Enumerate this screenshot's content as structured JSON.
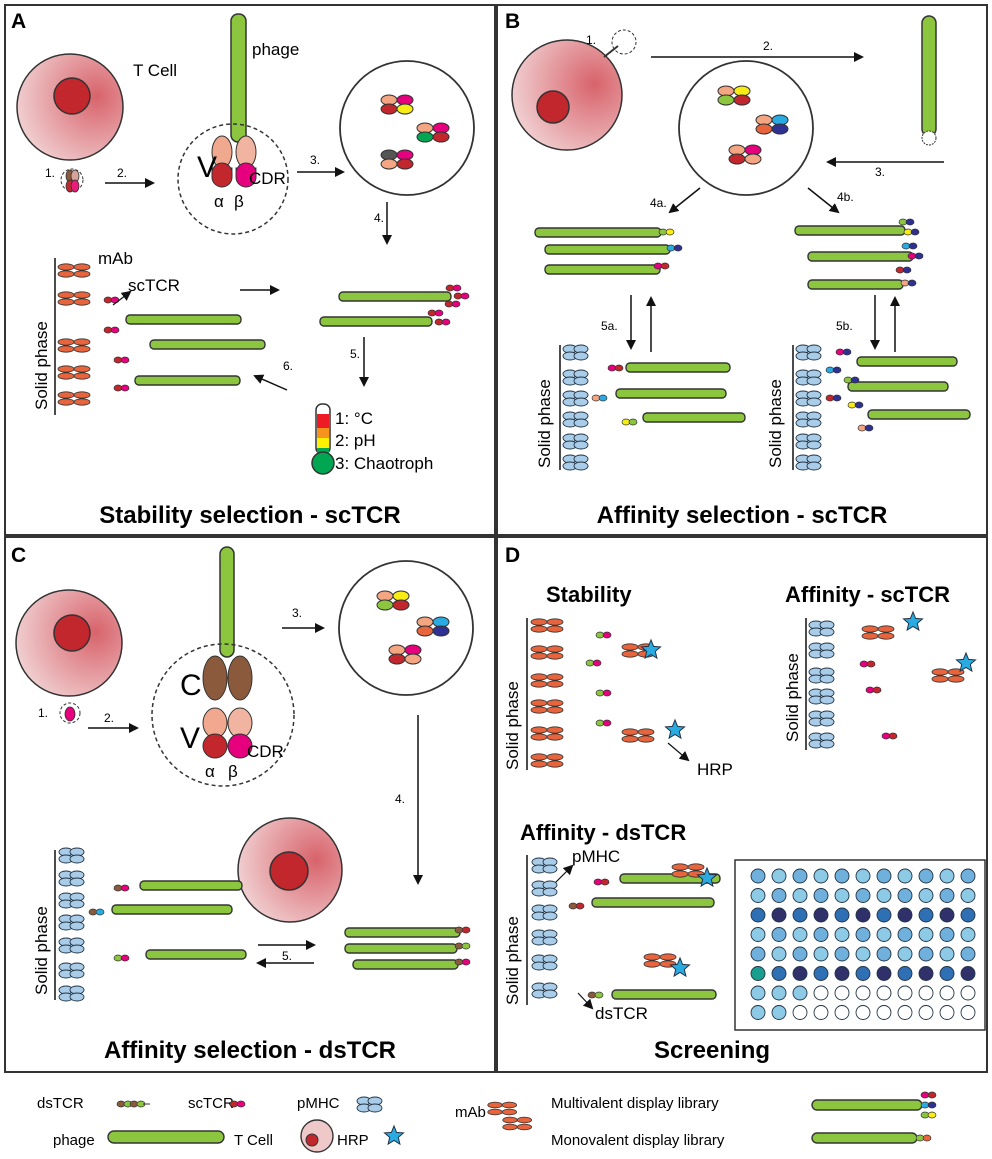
{
  "panels": {
    "a": {
      "letter": "A",
      "title": "Stability selection - scTCR",
      "t_cell": "T Cell",
      "phage": "phage",
      "v": "V",
      "alpha": "α",
      "beta": "β",
      "cdr": "CDR",
      "mab": "mAb",
      "sctcr": "scTCR",
      "solid_phase": "Solid phase",
      "temp": "1: °C",
      "ph": "2: pH",
      "chaotroph": "3: Chaotroph",
      "steps": [
        "1.",
        "2.",
        "3.",
        "4.",
        "5.",
        "6."
      ]
    },
    "b": {
      "letter": "B",
      "title": "Affinity selection - scTCR",
      "solid_phase": "Solid phase",
      "steps": [
        "1.",
        "2.",
        "3.",
        "4a.",
        "4b.",
        "5a.",
        "5b."
      ]
    },
    "c": {
      "letter": "C",
      "title": "Affinity selection - dsTCR",
      "c": "C",
      "v": "V",
      "alpha": "α",
      "beta": "β",
      "cdr": "CDR",
      "solid_phase": "Solid phase",
      "steps": [
        "1.",
        "2.",
        "3.",
        "4.",
        "5."
      ]
    },
    "d": {
      "letter": "D",
      "title": "Screening",
      "stability": "Stability",
      "affinity_sctcr": "Affinity - scTCR",
      "affinity_dstcr": "Affinity - dsTCR",
      "hrp": "HRP",
      "pmhc": "pMHC",
      "dstcr": "dsTCR",
      "solid_phase": "Solid phase"
    }
  },
  "legend": {
    "dstcr": "dsTCR",
    "sctcr": "scTCR",
    "pmhc": "pMHC",
    "mab": "mAb",
    "phage": "phage",
    "t_cell": "T Cell",
    "hrp": "HRP",
    "multivalent": "Multivalent display library",
    "monovalent": "Monovalent display library"
  },
  "colors": {
    "phage": "#8cc63f",
    "mhc": "#a9cde8",
    "mab": "#e8643c",
    "hrp": "#29abe2",
    "tcell": "#e8a0a0",
    "nucleus": "#c1272d",
    "border": "#333333"
  }
}
